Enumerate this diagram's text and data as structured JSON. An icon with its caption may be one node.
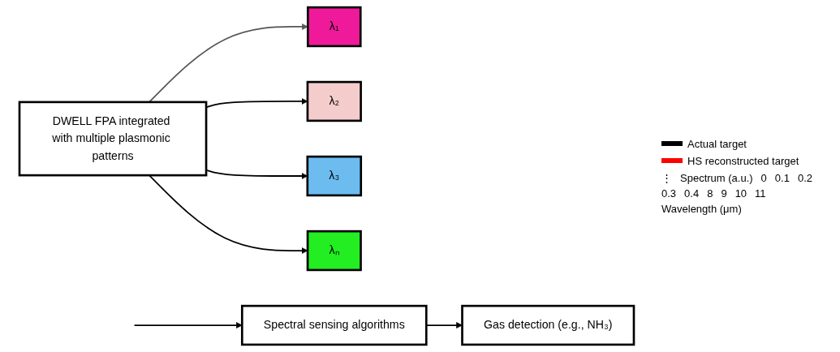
{
  "diagram": {
    "nodes": [
      {
        "text": [
          "DWELL FPA integrated with multiple plasmonic patterns"
        ]
      },
      {
        "text": [
          "λ₁"
        ]
      },
      {
        "text": [
          "λ₂"
        ]
      },
      {
        "text": [
          "λ₃"
        ]
      },
      {
        "text": [
          "λₙ"
        ]
      },
      {
        "text": [
          "Spectral sensing algorithms"
        ]
      },
      {
        "text": [
          "Gas detection (e.g., NH₃)"
        ]
      }
    ],
    "edges": [
      {
        "from": 0,
        "to": 1,
        "arrow": "to",
        "color": "#555555"
      },
      {
        "from": 0,
        "to": 2,
        "arrow": "to"
      },
      {
        "from": 0,
        "to": 3,
        "arrow": "to"
      },
      {
        "from": 0,
        "to": 4,
        "arrow": "to"
      },
      {
        "from": null,
        "to": 5,
        "arrow": "to"
      },
      {
        "from": 5,
        "to": 6,
        "arrow": "to"
      }
    ],
    "labels": [
      "⋮",
      "Spectrum (a.u.)",
      "0",
      "0.1",
      "0.2",
      "0.3",
      "0.4",
      "8",
      "9",
      "10",
      "11",
      "Wavelength (μm)"
    ],
    "legend": [
      {
        "text": "Actual target",
        "color": "#000000"
      },
      {
        "text": "HS reconstructed target",
        "color": "#ff0000"
      }
    ]
  }
}
